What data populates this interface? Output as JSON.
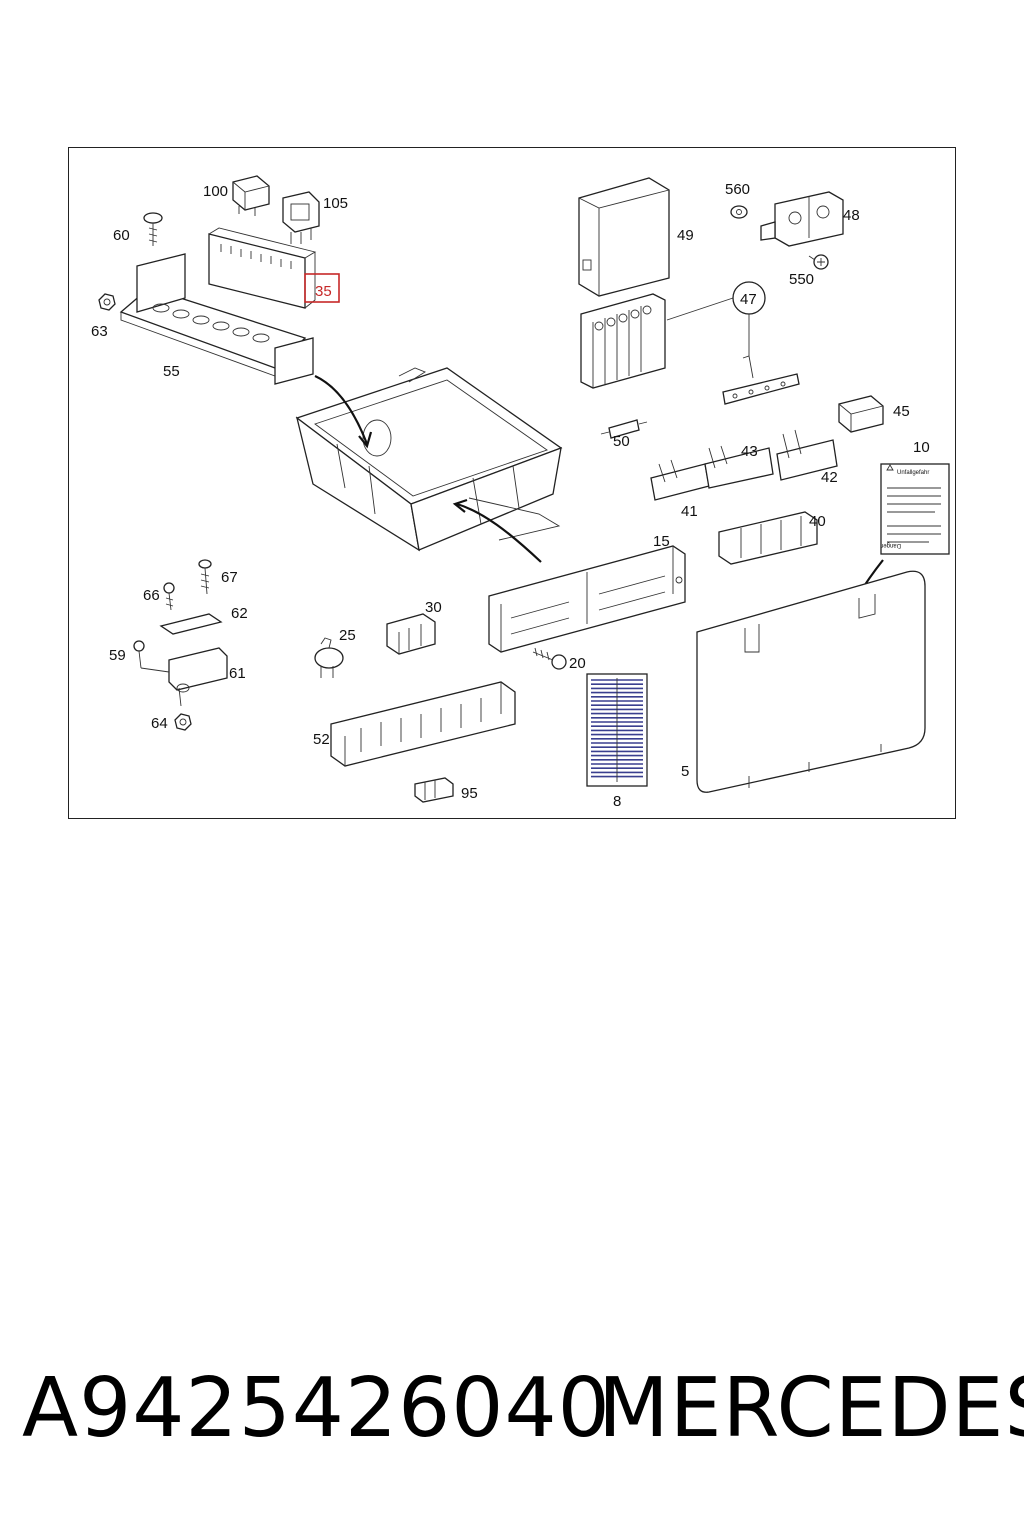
{
  "callouts": [
    {
      "id": "100",
      "label": "100"
    },
    {
      "id": "105",
      "label": "105"
    },
    {
      "id": "60",
      "label": "60"
    },
    {
      "id": "35",
      "label": "35",
      "highlighted": true
    },
    {
      "id": "63",
      "label": "63"
    },
    {
      "id": "55",
      "label": "55"
    },
    {
      "id": "49",
      "label": "49"
    },
    {
      "id": "560",
      "label": "560"
    },
    {
      "id": "48",
      "label": "48"
    },
    {
      "id": "550",
      "label": "550"
    },
    {
      "id": "47",
      "label": "47"
    },
    {
      "id": "50",
      "label": "50"
    },
    {
      "id": "45",
      "label": "45"
    },
    {
      "id": "10",
      "label": "10"
    },
    {
      "id": "43",
      "label": "43"
    },
    {
      "id": "42",
      "label": "42"
    },
    {
      "id": "41",
      "label": "41"
    },
    {
      "id": "40",
      "label": "40"
    },
    {
      "id": "15",
      "label": "15"
    },
    {
      "id": "67",
      "label": "67"
    },
    {
      "id": "66",
      "label": "66"
    },
    {
      "id": "62",
      "label": "62"
    },
    {
      "id": "59",
      "label": "59"
    },
    {
      "id": "61",
      "label": "61"
    },
    {
      "id": "64",
      "label": "64"
    },
    {
      "id": "25",
      "label": "25"
    },
    {
      "id": "30",
      "label": "30"
    },
    {
      "id": "20",
      "label": "20"
    },
    {
      "id": "52",
      "label": "52"
    },
    {
      "id": "95",
      "label": "95"
    },
    {
      "id": "8",
      "label": "8"
    },
    {
      "id": "5",
      "label": "5"
    }
  ],
  "warning_label": {
    "title_top": "Unfallgefahr",
    "title_bottom": "Danger"
  },
  "colors": {
    "highlight": "#c62828",
    "ink": "#222222",
    "fuse_strip_blue": "#3a3f8f"
  },
  "footer": {
    "part_number": "A9425426040",
    "brand": "MERCEDES"
  }
}
